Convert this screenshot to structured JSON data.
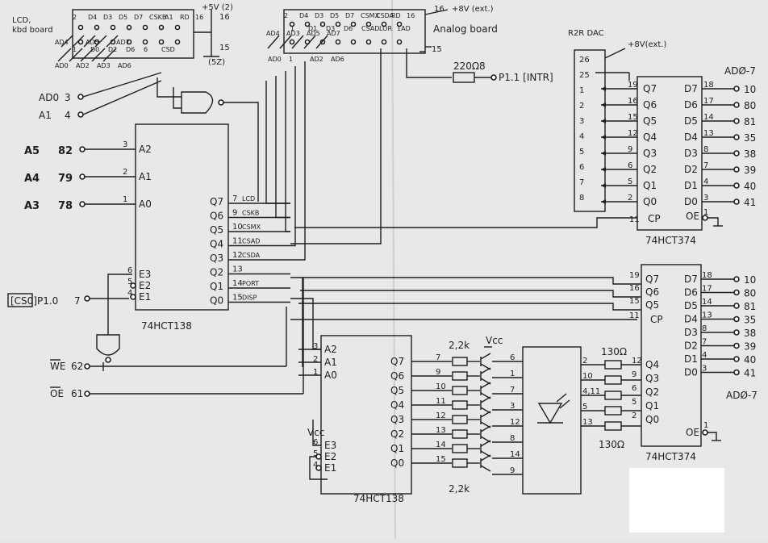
{
  "connectors": {
    "lcd_kbd": {
      "title": "LCD, kbd board",
      "top_pins": [
        "2",
        "D4",
        "D3",
        "D5",
        "D7",
        "CSKB",
        "A1",
        "RD",
        "16"
      ],
      "mid_pins": [
        "AD4",
        "AD5",
        "AD7"
      ],
      "low_pins": [
        "1",
        "D0",
        "D2",
        "D6",
        "6",
        "CSD"
      ],
      "bottom_pins": [
        "AD0",
        "AD2",
        "AD3",
        "AD6"
      ],
      "pin_right": "15",
      "supply": "+5V (2)",
      "ground_note": "(5Z)"
    },
    "analog": {
      "title": "Analog board",
      "top_pins": [
        "2",
        "D4",
        "D3",
        "D5",
        "D7",
        "CSMX",
        "CSDA",
        "RD",
        "16"
      ],
      "mid_pins": [
        "AD4",
        "AD3",
        "AD5",
        "AD7"
      ],
      "low_pins": [
        "1",
        "D1",
        "D3",
        "D6",
        "CSAD",
        "LOR",
        "1AD"
      ],
      "bottom_pins": [
        "AD0",
        "1",
        "AD2",
        "AD6"
      ],
      "pin_right": "15",
      "supply": "+8V (ext.)"
    },
    "r2r": {
      "title": "R2R DAC",
      "supply": "+8V(ext.)",
      "pins": [
        "26",
        "25",
        "1",
        "2",
        "3",
        "4",
        "5",
        "6",
        "7",
        "8"
      ]
    }
  },
  "resistors": {
    "intr_r": "220Ω",
    "intr_pin": "8",
    "intr_net": "P1.1 [INTR]",
    "led_r": "2,2k",
    "led_r_bottom": "2,2k",
    "seg_r": "130Ω",
    "seg_r_bottom": "130Ω"
  },
  "ports": {
    "addr": [
      {
        "name": "AD0",
        "pin": "3"
      },
      {
        "name": "A1",
        "pin": "4"
      }
    ],
    "high": [
      {
        "name": "A5",
        "pin": "82"
      },
      {
        "name": "A4",
        "pin": "79"
      },
      {
        "name": "A3",
        "pin": "78"
      }
    ],
    "cs": {
      "name": "[CS0]",
      "net": "P1.0",
      "pin": "7"
    },
    "we": {
      "name": "WE",
      "pin": "62"
    },
    "oe": {
      "name": "OE",
      "pin": "61"
    },
    "vcc": "Vcc",
    "vcc2": "Vcc"
  },
  "u1": {
    "name": "74HCT138",
    "inputs": [
      {
        "pin": "3",
        "label": "A2"
      },
      {
        "pin": "2",
        "label": "A1"
      },
      {
        "pin": "1",
        "label": "A0"
      }
    ],
    "enables": [
      {
        "pin": "6",
        "label": "E3"
      },
      {
        "pin": "5",
        "label": "E2"
      },
      {
        "pin": "4",
        "label": "E1"
      }
    ],
    "outputs": [
      {
        "label": "Q7",
        "pin": "7",
        "net": "LCD"
      },
      {
        "label": "Q6",
        "pin": "9",
        "net": "CSKB"
      },
      {
        "label": "Q5",
        "pin": "10",
        "net": "CSMX"
      },
      {
        "label": "Q4",
        "pin": "11",
        "net": "CSAD"
      },
      {
        "label": "Q3",
        "pin": "12",
        "net": "CSDA"
      },
      {
        "label": "Q2",
        "pin": "13",
        "net": ""
      },
      {
        "label": "Q1",
        "pin": "14",
        "net": "PORT"
      },
      {
        "label": "Q0",
        "pin": "15",
        "net": "DISP"
      }
    ]
  },
  "u2": {
    "name": "74HCT374",
    "outputs": [
      {
        "label": "Q7",
        "pin": "19"
      },
      {
        "label": "Q6",
        "pin": "16"
      },
      {
        "label": "Q5",
        "pin": "15"
      },
      {
        "label": "Q4",
        "pin": "12"
      },
      {
        "label": "Q3",
        "pin": "9"
      },
      {
        "label": "Q2",
        "pin": "6"
      },
      {
        "label": "Q1",
        "pin": "5"
      },
      {
        "label": "Q0",
        "pin": "2"
      }
    ],
    "inputs": [
      {
        "label": "D7",
        "pin": "18",
        "bus": "10"
      },
      {
        "label": "D6",
        "pin": "17",
        "bus": "80"
      },
      {
        "label": "D5",
        "pin": "14",
        "bus": "81"
      },
      {
        "label": "D4",
        "pin": "13",
        "bus": "35"
      },
      {
        "label": "D3",
        "pin": "8",
        "bus": "38"
      },
      {
        "label": "D2",
        "pin": "7",
        "bus": "39"
      },
      {
        "label": "D1",
        "pin": "4",
        "bus": "40"
      },
      {
        "label": "D0",
        "pin": "3",
        "bus": "41"
      }
    ],
    "cp": {
      "label": "CP",
      "pin": "11"
    },
    "oe": {
      "label": "OE",
      "pin": "1"
    },
    "bus_label": "ADØ-7"
  },
  "u3": {
    "name": "74HCT374",
    "outputs": [
      {
        "label": "Q7",
        "pin": "19"
      },
      {
        "label": "Q6",
        "pin": "16"
      },
      {
        "label": "Q5",
        "pin": "15"
      }
    ],
    "cp": {
      "label": "CP",
      "pin": "11"
    },
    "lower_outputs": [
      {
        "label": "Q4",
        "pin": "12"
      },
      {
        "label": "Q3",
        "pin": "9"
      },
      {
        "label": "Q2",
        "pin": "6"
      },
      {
        "label": "Q1",
        "pin": "5"
      },
      {
        "label": "Q0",
        "pin": "2"
      }
    ],
    "inputs": [
      {
        "label": "D7",
        "pin": "18",
        "bus": "10"
      },
      {
        "label": "D6",
        "pin": "17",
        "bus": "80"
      },
      {
        "label": "D5",
        "pin": "14",
        "bus": "81"
      },
      {
        "label": "D4",
        "pin": "13",
        "bus": "35"
      },
      {
        "label": "D3",
        "pin": "8",
        "bus": "38"
      },
      {
        "label": "D2",
        "pin": "7",
        "bus": "39"
      },
      {
        "label": "D1",
        "pin": "4",
        "bus": "40"
      },
      {
        "label": "D0",
        "pin": "3",
        "bus": "41"
      }
    ],
    "oe": {
      "label": "OE",
      "pin": "1"
    },
    "bus_label": "ADØ-7"
  },
  "u4": {
    "name": "74HCT138",
    "inputs": [
      {
        "pin": "3",
        "label": "A2"
      },
      {
        "pin": "2",
        "label": "A1"
      },
      {
        "pin": "1",
        "label": "A0"
      }
    ],
    "enables": [
      {
        "pin": "6",
        "label": "E3"
      },
      {
        "pin": "5",
        "label": "E2"
      },
      {
        "pin": "4",
        "label": "E1"
      }
    ],
    "outputs": [
      {
        "label": "Q7",
        "pin": "7"
      },
      {
        "label": "Q6",
        "pin": "9"
      },
      {
        "label": "Q5",
        "pin": "10"
      },
      {
        "label": "Q4",
        "pin": "11"
      },
      {
        "label": "Q3",
        "pin": "12"
      },
      {
        "label": "Q2",
        "pin": "13"
      },
      {
        "label": "Q1",
        "pin": "14"
      },
      {
        "label": "Q0",
        "pin": "15"
      }
    ]
  },
  "display": {
    "digit_pins": [
      "6",
      "1",
      "7",
      "3",
      "12",
      "8",
      "14",
      "9"
    ],
    "seg_pins_left": [
      "2",
      "10",
      "4,11",
      "5",
      "13"
    ],
    "seg_pins_right": [
      "Q4",
      "Q3",
      "Q2",
      "Q1",
      "Q0"
    ],
    "seg_pin_nums": [
      "12",
      "9",
      "6",
      "5",
      "2"
    ]
  },
  "colors": {
    "ink": "#1e1e1e",
    "paper": "#e8e8e8"
  }
}
